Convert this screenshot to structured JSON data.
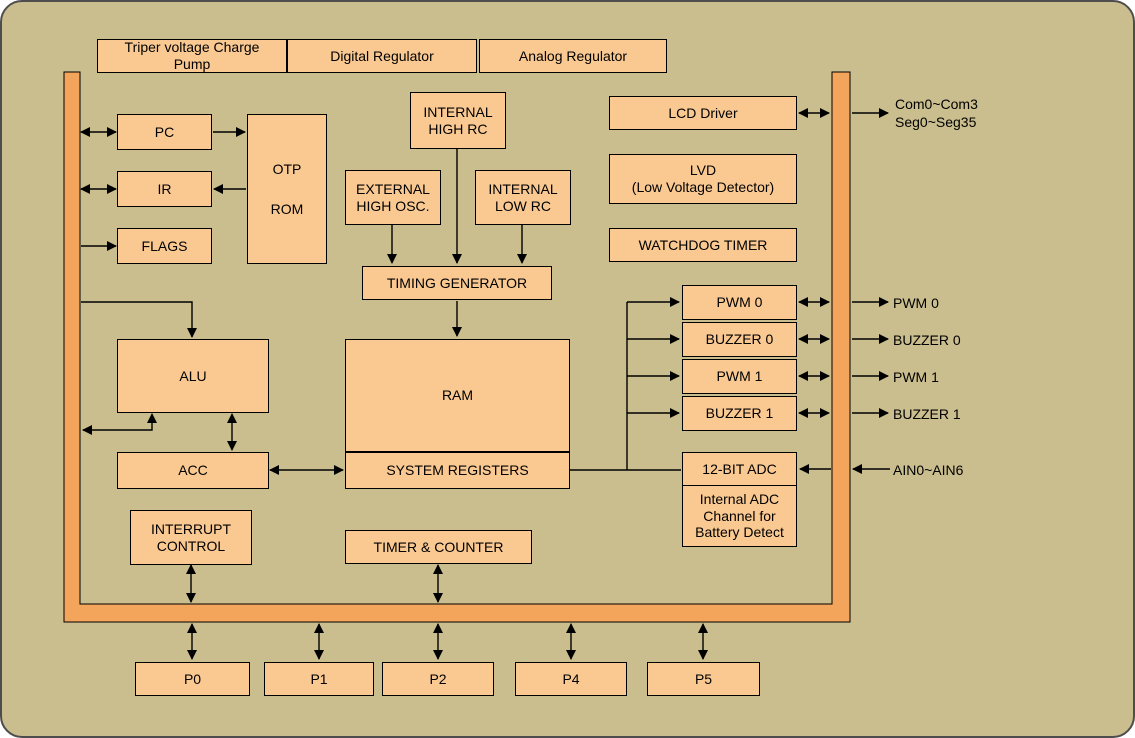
{
  "colors": {
    "background": "#CBBE8E",
    "block_fill": "#FAC992",
    "bus_fill": "#F4A55C",
    "border": "#000000"
  },
  "top_row": [
    {
      "label": "Triper voltage Charge\nPump"
    },
    {
      "label": "Digital Regulator"
    },
    {
      "label": "Analog Regulator"
    }
  ],
  "blocks": {
    "pc": "PC",
    "ir": "IR",
    "flags": "FLAGS",
    "otp_rom": "OTP\nROM",
    "internal_high_rc": "INTERNAL\nHIGH RC",
    "external_high_osc": "EXTERNAL\nHIGH OSC.",
    "internal_low_rc": "INTERNAL\nLOW RC",
    "timing_generator": "TIMING GENERATOR",
    "ram": "RAM",
    "system_registers": "SYSTEM REGISTERS",
    "alu": "ALU",
    "acc": "ACC",
    "interrupt_control": "INTERRUPT\nCONTROL",
    "timer_counter": "TIMER & COUNTER",
    "lcd_driver": "LCD Driver",
    "lvd": "LVD\n(Low Voltage Detector)",
    "watchdog_timer": "WATCHDOG TIMER",
    "pwm0": "PWM 0",
    "buzzer0": "BUZZER 0",
    "pwm1": "PWM 1",
    "buzzer1": "BUZZER 1",
    "adc": "12-BIT ADC",
    "adc_internal": "Internal ADC\nChannel for\nBattery Detect",
    "p0": "P0",
    "p1": "P1",
    "p2": "P2",
    "p4": "P4",
    "p5": "P5"
  },
  "io_labels": {
    "lcd_out": "Com0~Com3\nSeg0~Seg35",
    "pwm0_out": "PWM 0",
    "buzzer0_out": "BUZZER 0",
    "pwm1_out": "PWM 1",
    "buzzer1_out": "BUZZER 1",
    "adc_in": "AIN0~AIN6"
  }
}
